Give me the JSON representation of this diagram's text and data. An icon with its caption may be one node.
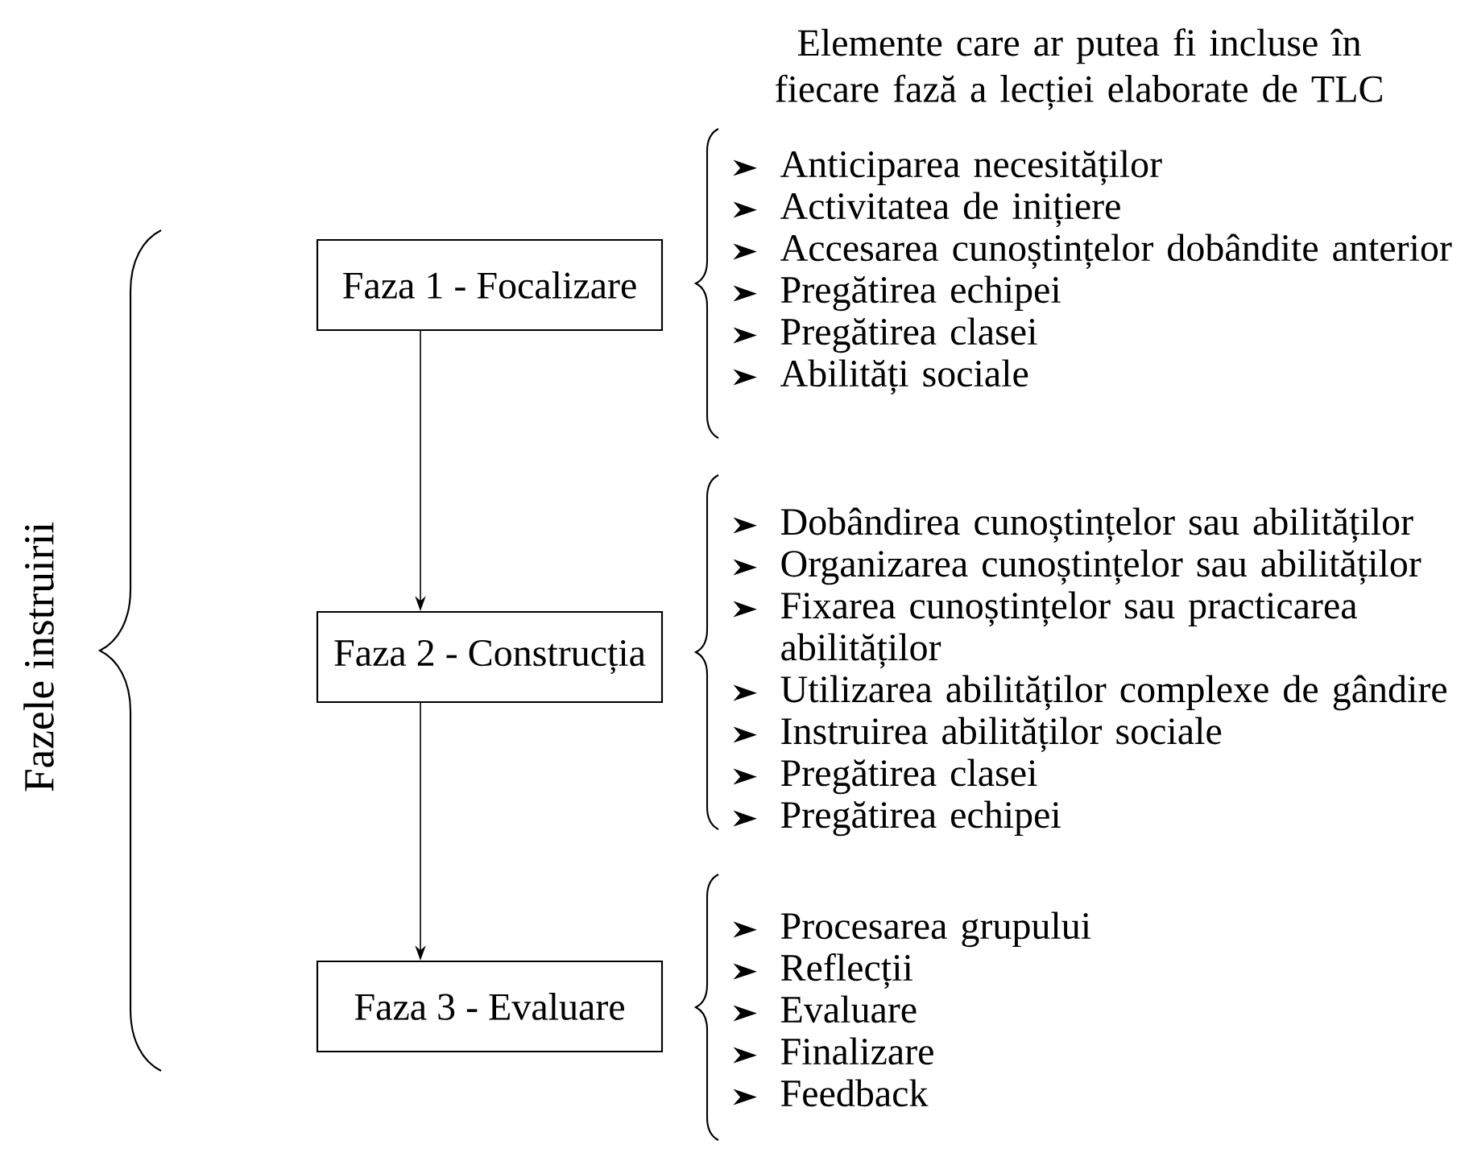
{
  "diagram": {
    "nodes": [
      {
        "text": [
          "Faza 1 - Focalizare"
        ],
        "beside": [
          "Anticiparea necesităților",
          "Activitatea de inițiere",
          "Accesarea cunoștințelor dobândite anterior",
          "Pregătirea echipei",
          "Pregătirea clasei",
          "Abilități sociale"
        ]
      },
      {
        "text": [
          "Faza 2 - Construcția"
        ],
        "beside": [
          "Dobândirea cunoștințelor sau abilităților",
          "Organizarea cunoștințelor sau abilităților",
          "Fixarea cunoștințelor sau practicarea abilităților",
          "Utilizarea abilităților complexe de gândire",
          "Instruirea abilităților sociale",
          "Pregătirea clasei",
          "Pregătirea echipei"
        ]
      },
      {
        "text": [
          "Faza 3 - Evaluare"
        ],
        "beside": [
          "Procesarea grupului",
          "Reflecții",
          "Evaluare",
          "Finalizare",
          "Feedback"
        ]
      }
    ],
    "edges": [
      {
        "from": 0,
        "to": 1,
        "arrow": "to"
      },
      {
        "from": 1,
        "to": 2,
        "arrow": "to"
      }
    ],
    "labels": [
      "Elemente care ar putea fi incluse în fiecare fază a lecției elaborate de TLC",
      "Fazele instruirii"
    ]
  }
}
